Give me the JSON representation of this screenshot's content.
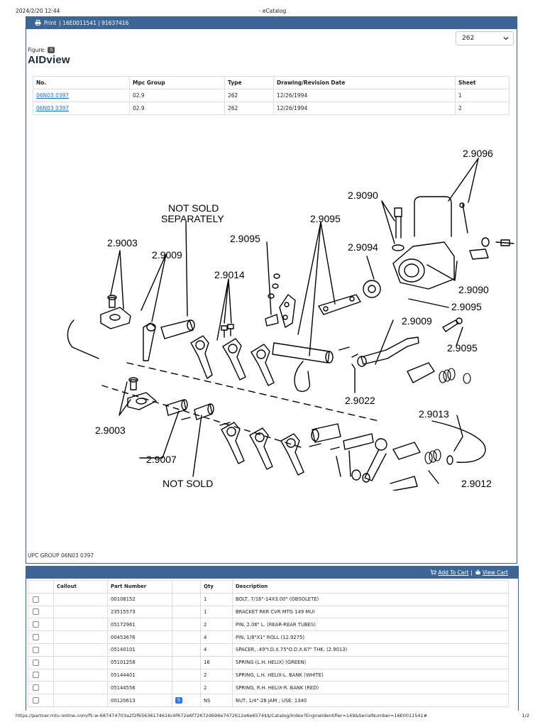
{
  "print_header": {
    "datetime": "2024/2/20 12:44",
    "title": "- eCatalog"
  },
  "print_footer": {
    "url": "https://partner.mtu-online.com/f5-w-687474703a2f2f65636174616c6f672e6f72672d696e7472612e6e6574$$/Catalog/Index?EngineIdentifier=149&SerialNumber=16E0011541#",
    "page": "1/2"
  },
  "figure_panel": {
    "print_label": "Print",
    "header_text": "| 16E0011541 | 91637416",
    "select_value": "262",
    "figure_label": "Figure:",
    "figure_badge": "S",
    "title": "AIDview",
    "table": {
      "headers": [
        "No.",
        "Mpc Group",
        "Type",
        "Drawing/Revision Date",
        "Sheet"
      ],
      "rows": [
        [
          "06N03 0397",
          "02.9",
          "262",
          "12/26/1994",
          "1"
        ],
        [
          "06N03 0397",
          "02.9",
          "262",
          "12/26/1994",
          "2"
        ]
      ]
    },
    "drawing_labels": {
      "l2_9096": "2.9096",
      "l2_9090a": "2.9090",
      "not_sold_1a": "NOT SOLD",
      "not_sold_1b": "SEPARATELY",
      "l2_9095a": "2.9095",
      "l2_9003a": "2.9003",
      "l2_9009a": "2.9009",
      "l2_9095b": "2.9095",
      "l2_9094": "2.9094",
      "l2_9014": "2.9014",
      "l2_9090b": "2.9090",
      "l2_9095c": "2.9095",
      "l2_9009b": "2.9009",
      "l2_9095d": "2.9095",
      "l2_9022": "2.9022",
      "l2_9003b": "2.9003",
      "l2_9013": "2.9013",
      "l2_9007": "2.9007",
      "not_sold_2": "NOT SOLD",
      "l2_9012": "2.9012"
    },
    "caption": "UPC GROUP 06N03 0397"
  },
  "parts_panel": {
    "add_to_cart": "Add To Cart",
    "view_cart": "View Cart",
    "separator": "|",
    "headers": [
      "Callout",
      "Part Number",
      "",
      "Qty",
      "Description"
    ],
    "rows": [
      {
        "callout": "",
        "part": "00108152",
        "badge": "",
        "qty": "1",
        "desc": "BOLT, 7/16\"-14X3.00\" (OBSOLETE)"
      },
      {
        "callout": "",
        "part": "23515573",
        "badge": "",
        "qty": "1",
        "desc": "BRACKET RKR CVR MTG 149 MUI"
      },
      {
        "callout": "",
        "part": "05172961",
        "badge": "",
        "qty": "2",
        "desc": "PIN, 2.06\" L. (REAR-REAR TUBES)"
      },
      {
        "callout": "",
        "part": "00453676",
        "badge": "",
        "qty": "4",
        "desc": "PIN, 1/8\"X1\" ROLL (12.9275)"
      },
      {
        "callout": "",
        "part": "05140101",
        "badge": "",
        "qty": "4",
        "desc": "SPACER, .49\"I.D.X.75\"O.D.X.67\" THK. (2.9013)"
      },
      {
        "callout": "",
        "part": "05101258",
        "badge": "",
        "qty": "16",
        "desc": "SPRING (L.H. HELIX) (GREEN)"
      },
      {
        "callout": "",
        "part": "05144401",
        "badge": "",
        "qty": "2",
        "desc": "SPRING, L.H. HELIX-L. BANK (WHITE)"
      },
      {
        "callout": "",
        "part": "05144556",
        "badge": "",
        "qty": "2",
        "desc": "SPRING, R.H. HELIX-R. BANK (RED)"
      },
      {
        "callout": "",
        "part": "00120613",
        "badge": "S",
        "qty": "NS",
        "desc": "NUT, 1/4\"-28 JAM ; USE: 1340"
      }
    ]
  }
}
